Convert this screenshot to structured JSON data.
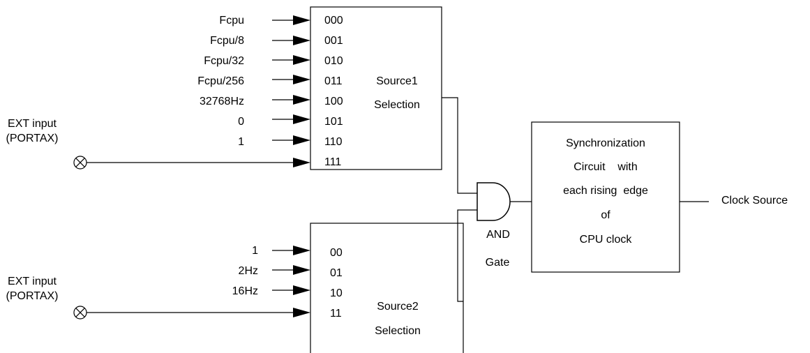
{
  "source1": {
    "inputs": [
      "Fcpu",
      "Fcpu/8",
      "Fcpu/32",
      "Fcpu/256",
      "32768Hz",
      "0",
      "1"
    ],
    "codes": [
      "000",
      "001",
      "010",
      "011",
      "100",
      "101",
      "110",
      "111"
    ],
    "title_line1": "Source1",
    "title_line2": "Selection"
  },
  "source2": {
    "inputs": [
      "1",
      "2Hz",
      "16Hz"
    ],
    "codes": [
      "00",
      "01",
      "10",
      "11"
    ],
    "title_line1": "Source2",
    "title_line2": "Selection"
  },
  "ext1": {
    "line1": "EXT input",
    "line2": "(PORTAX)"
  },
  "ext2": {
    "line1": "EXT input",
    "line2": "(PORTAX)"
  },
  "and_gate": {
    "line1": "AND",
    "line2": "Gate"
  },
  "sync": {
    "lines": [
      "Synchronization",
      "Circuit    with",
      "each rising  edge",
      "of",
      "CPU clock"
    ]
  },
  "output": {
    "label": "Clock Source"
  }
}
